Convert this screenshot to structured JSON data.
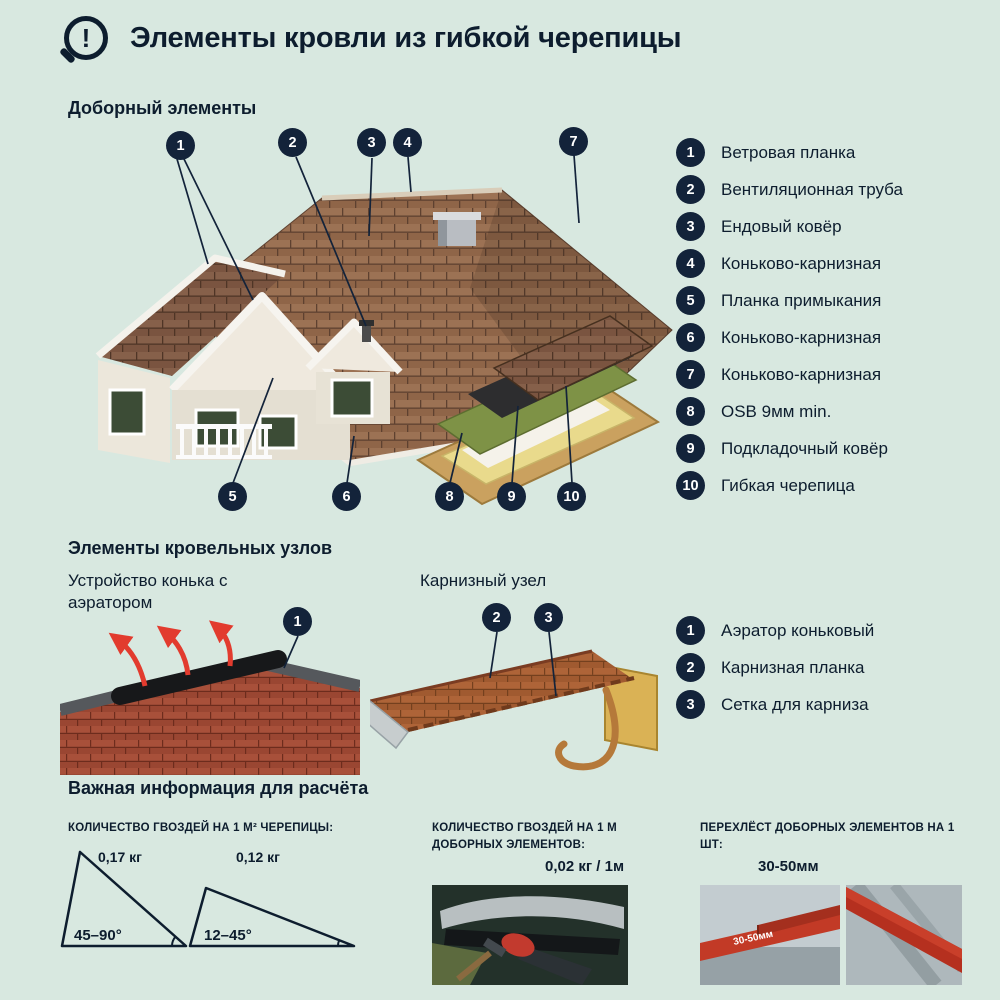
{
  "page": {
    "title": "Элементы кровли из гибкой черепицы"
  },
  "colors": {
    "background": "#d8e8e0",
    "badge": "#13233a",
    "accent_red": "#e23b2e",
    "text": "#0d1d2e"
  },
  "section_elements": {
    "heading": "Доборный элементы",
    "callouts": [
      "1",
      "2",
      "3",
      "4",
      "7",
      "5",
      "6",
      "8",
      "9",
      "10"
    ],
    "legend": [
      {
        "num": "1",
        "label": "Ветровая планка"
      },
      {
        "num": "2",
        "label": "Вентиляционная труба"
      },
      {
        "num": "3",
        "label": "Ендовый ковёр"
      },
      {
        "num": "4",
        "label": "Коньково-карнизная"
      },
      {
        "num": "5",
        "label": "Планка примыкания"
      },
      {
        "num": "6",
        "label": "Коньково-карнизная"
      },
      {
        "num": "7",
        "label": "Коньково-карнизная"
      },
      {
        "num": "8",
        "label": "OSB 9мм min."
      },
      {
        "num": "9",
        "label": "Подкладочный ковёр"
      },
      {
        "num": "10",
        "label": "Гибкая черепица"
      }
    ]
  },
  "section_nodes": {
    "heading": "Элементы кровельных узлов",
    "left_caption": "Устройство конька с аэратором",
    "right_caption": "Карнизный узел",
    "callouts": [
      "1",
      "2",
      "3"
    ],
    "legend": [
      {
        "num": "1",
        "label": "Аэратор коньковый"
      },
      {
        "num": "2",
        "label": "Карнизная планка"
      },
      {
        "num": "3",
        "label": "Сетка для карниза"
      }
    ]
  },
  "section_info": {
    "heading": "Важная информация для расчёта",
    "nails_per_m2": {
      "title": "КОЛИЧЕСТВО ГВОЗДЕЙ НА 1 М² ЧЕРЕПИЦЫ:",
      "triangles": [
        {
          "weight": "0,17 кг",
          "angle": "45–90°"
        },
        {
          "weight": "0,12 кг",
          "angle": "12–45°"
        }
      ]
    },
    "nails_per_m": {
      "title": "КОЛИЧЕСТВО ГВОЗДЕЙ НА 1 М ДОБОРНЫХ ЭЛЕМЕНТОВ:",
      "value": "0,02 кг / 1м"
    },
    "overlap": {
      "title": "ПЕРЕХЛЁСТ ДОБОРНЫХ ЭЛЕМЕНТОВ НА 1 ШТ:",
      "value": "30-50мм",
      "photo_annotation": "30-50мм"
    }
  }
}
